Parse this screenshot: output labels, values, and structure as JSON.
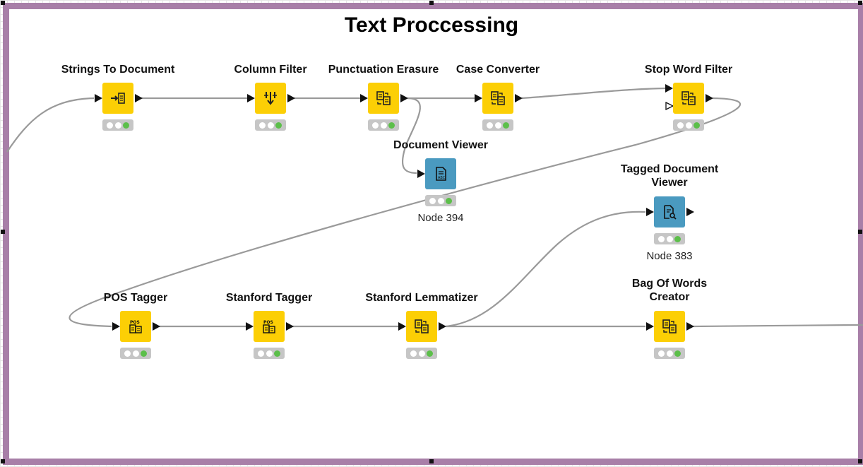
{
  "workflow": {
    "annotation_title": "Text Proccessing",
    "annotation_border_color": "#a87fa8",
    "node_color_yellow": "#fccf05",
    "node_color_blue": "#4a9ac0",
    "status_green": "#5cbf4a"
  },
  "nodes": {
    "strings_to_document": {
      "label": "Strings To Document",
      "icon": "strings-to-document-icon"
    },
    "column_filter": {
      "label": "Column Filter",
      "icon": "column-filter-icon"
    },
    "punctuation_erasure": {
      "label": "Punctuation Erasure",
      "icon": "preprocessing-icon"
    },
    "case_converter": {
      "label": "Case Converter",
      "icon": "preprocessing-icon"
    },
    "stop_word_filter": {
      "label": "Stop Word Filter",
      "icon": "preprocessing-icon"
    },
    "document_viewer": {
      "label": "Document Viewer",
      "icon": "document-viewer-icon",
      "node_id": "Node 394"
    },
    "tagged_document_viewer": {
      "label_line1": "Tagged Document",
      "label_line2": "Viewer",
      "icon": "tagged-document-viewer-icon",
      "node_id": "Node 383"
    },
    "pos_tagger": {
      "label": "POS Tagger",
      "icon": "pos-tagger-icon"
    },
    "stanford_tagger": {
      "label": "Stanford Tagger",
      "icon": "pos-tagger-icon"
    },
    "stanford_lemmatizer": {
      "label": "Stanford Lemmatizer",
      "icon": "preprocessing-icon"
    },
    "bag_of_words_creator": {
      "label_line1": "Bag Of Words",
      "label_line2": "Creator",
      "icon": "preprocessing-icon"
    }
  }
}
